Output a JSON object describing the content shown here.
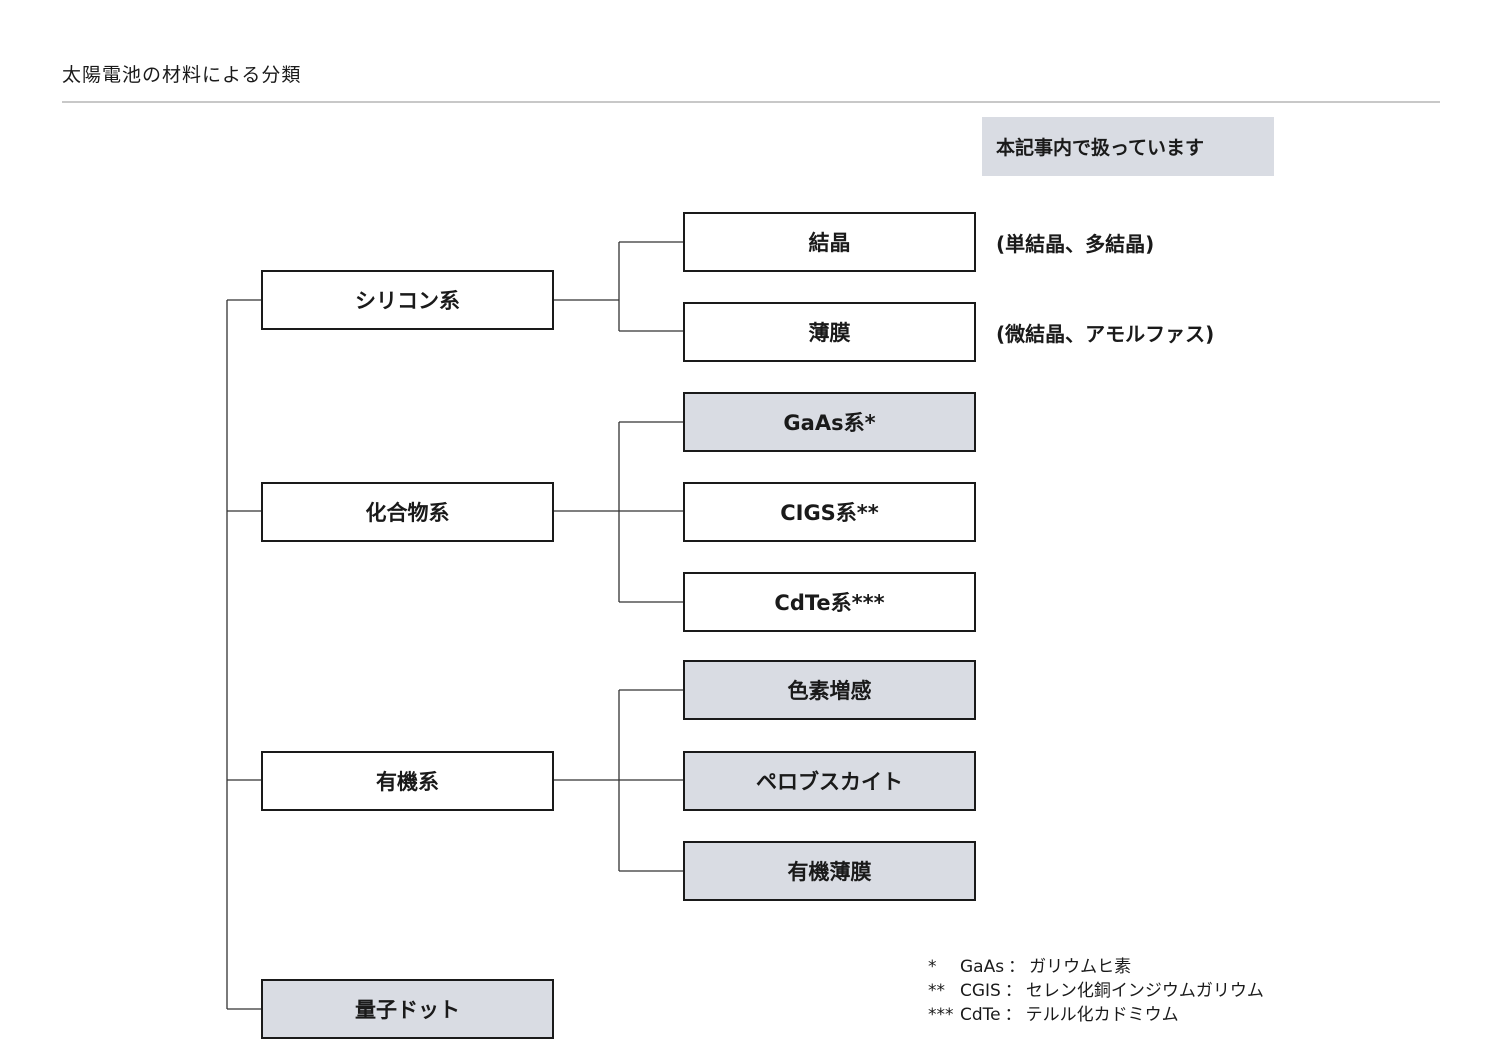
{
  "title": "太陽電池の材料による分類",
  "legend": "本記事内で扱っています",
  "colors": {
    "highlight": "#d9dce3",
    "border": "#1a1a1a",
    "line": "#333333"
  },
  "groups": [
    {
      "label": "シリコン系",
      "highlighted": false,
      "children": [
        {
          "label": "結晶",
          "highlighted": false,
          "note": "(単結晶、多結晶)"
        },
        {
          "label": "薄膜",
          "highlighted": false,
          "note": "(微結晶、アモルファス)"
        }
      ]
    },
    {
      "label": "化合物系",
      "highlighted": false,
      "children": [
        {
          "label": "GaAs系*",
          "highlighted": true
        },
        {
          "label": "CIGS系**",
          "highlighted": false
        },
        {
          "label": "CdTe系***",
          "highlighted": false
        }
      ]
    },
    {
      "label": "有機系",
      "highlighted": false,
      "children": [
        {
          "label": "色素増感",
          "highlighted": true
        },
        {
          "label": "ペロブスカイト",
          "highlighted": true
        },
        {
          "label": "有機薄膜",
          "highlighted": true
        }
      ]
    },
    {
      "label": "量子ドット",
      "highlighted": true,
      "children": []
    }
  ],
  "footnotes": [
    {
      "mark": "*",
      "abbr": "GaAs",
      "sep": "：",
      "desc": "ガリウムヒ素"
    },
    {
      "mark": "**",
      "abbr": "CGIS",
      "sep": "：",
      "desc": "セレン化銅インジウムガリウム"
    },
    {
      "mark": "***",
      "abbr": "CdTe",
      "sep": "：",
      "desc": "テルル化カドミウム"
    }
  ]
}
